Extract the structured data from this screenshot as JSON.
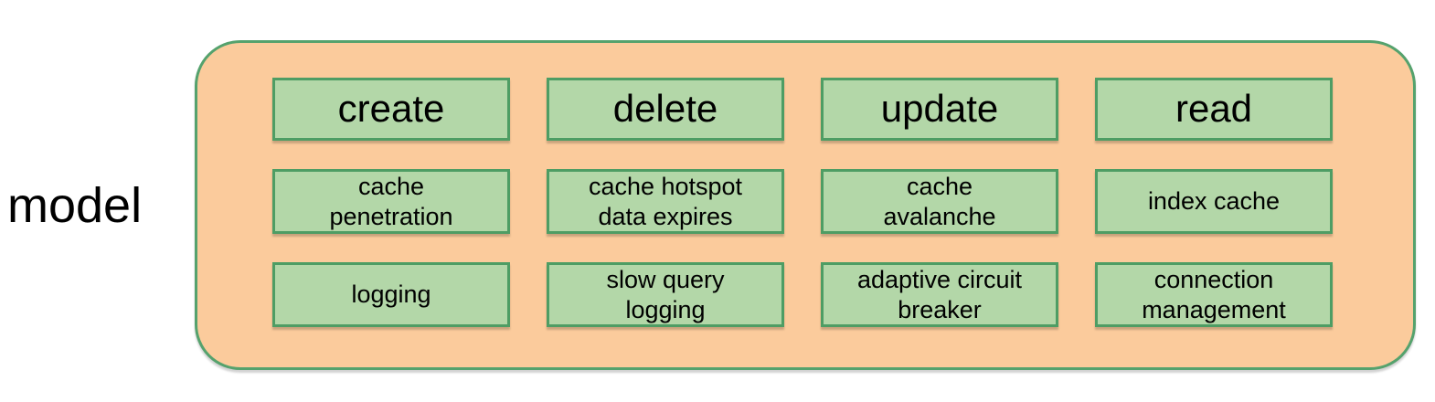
{
  "label": "model",
  "grid": {
    "rows": [
      [
        "create",
        "delete",
        "update",
        "read"
      ],
      [
        "cache\npenetration",
        "cache hotspot\ndata expires",
        "cache\navalanche",
        "index cache"
      ],
      [
        "logging",
        "slow query\nlogging",
        "adaptive circuit\nbreaker",
        "connection\nmanagement"
      ]
    ]
  },
  "colors": {
    "background": "#FFFFFF",
    "container_fill": "#FBCB9C",
    "container_border": "#55A26D",
    "box_fill": "#B3D7A8",
    "box_border": "#4E9D64",
    "text": "#000000"
  }
}
